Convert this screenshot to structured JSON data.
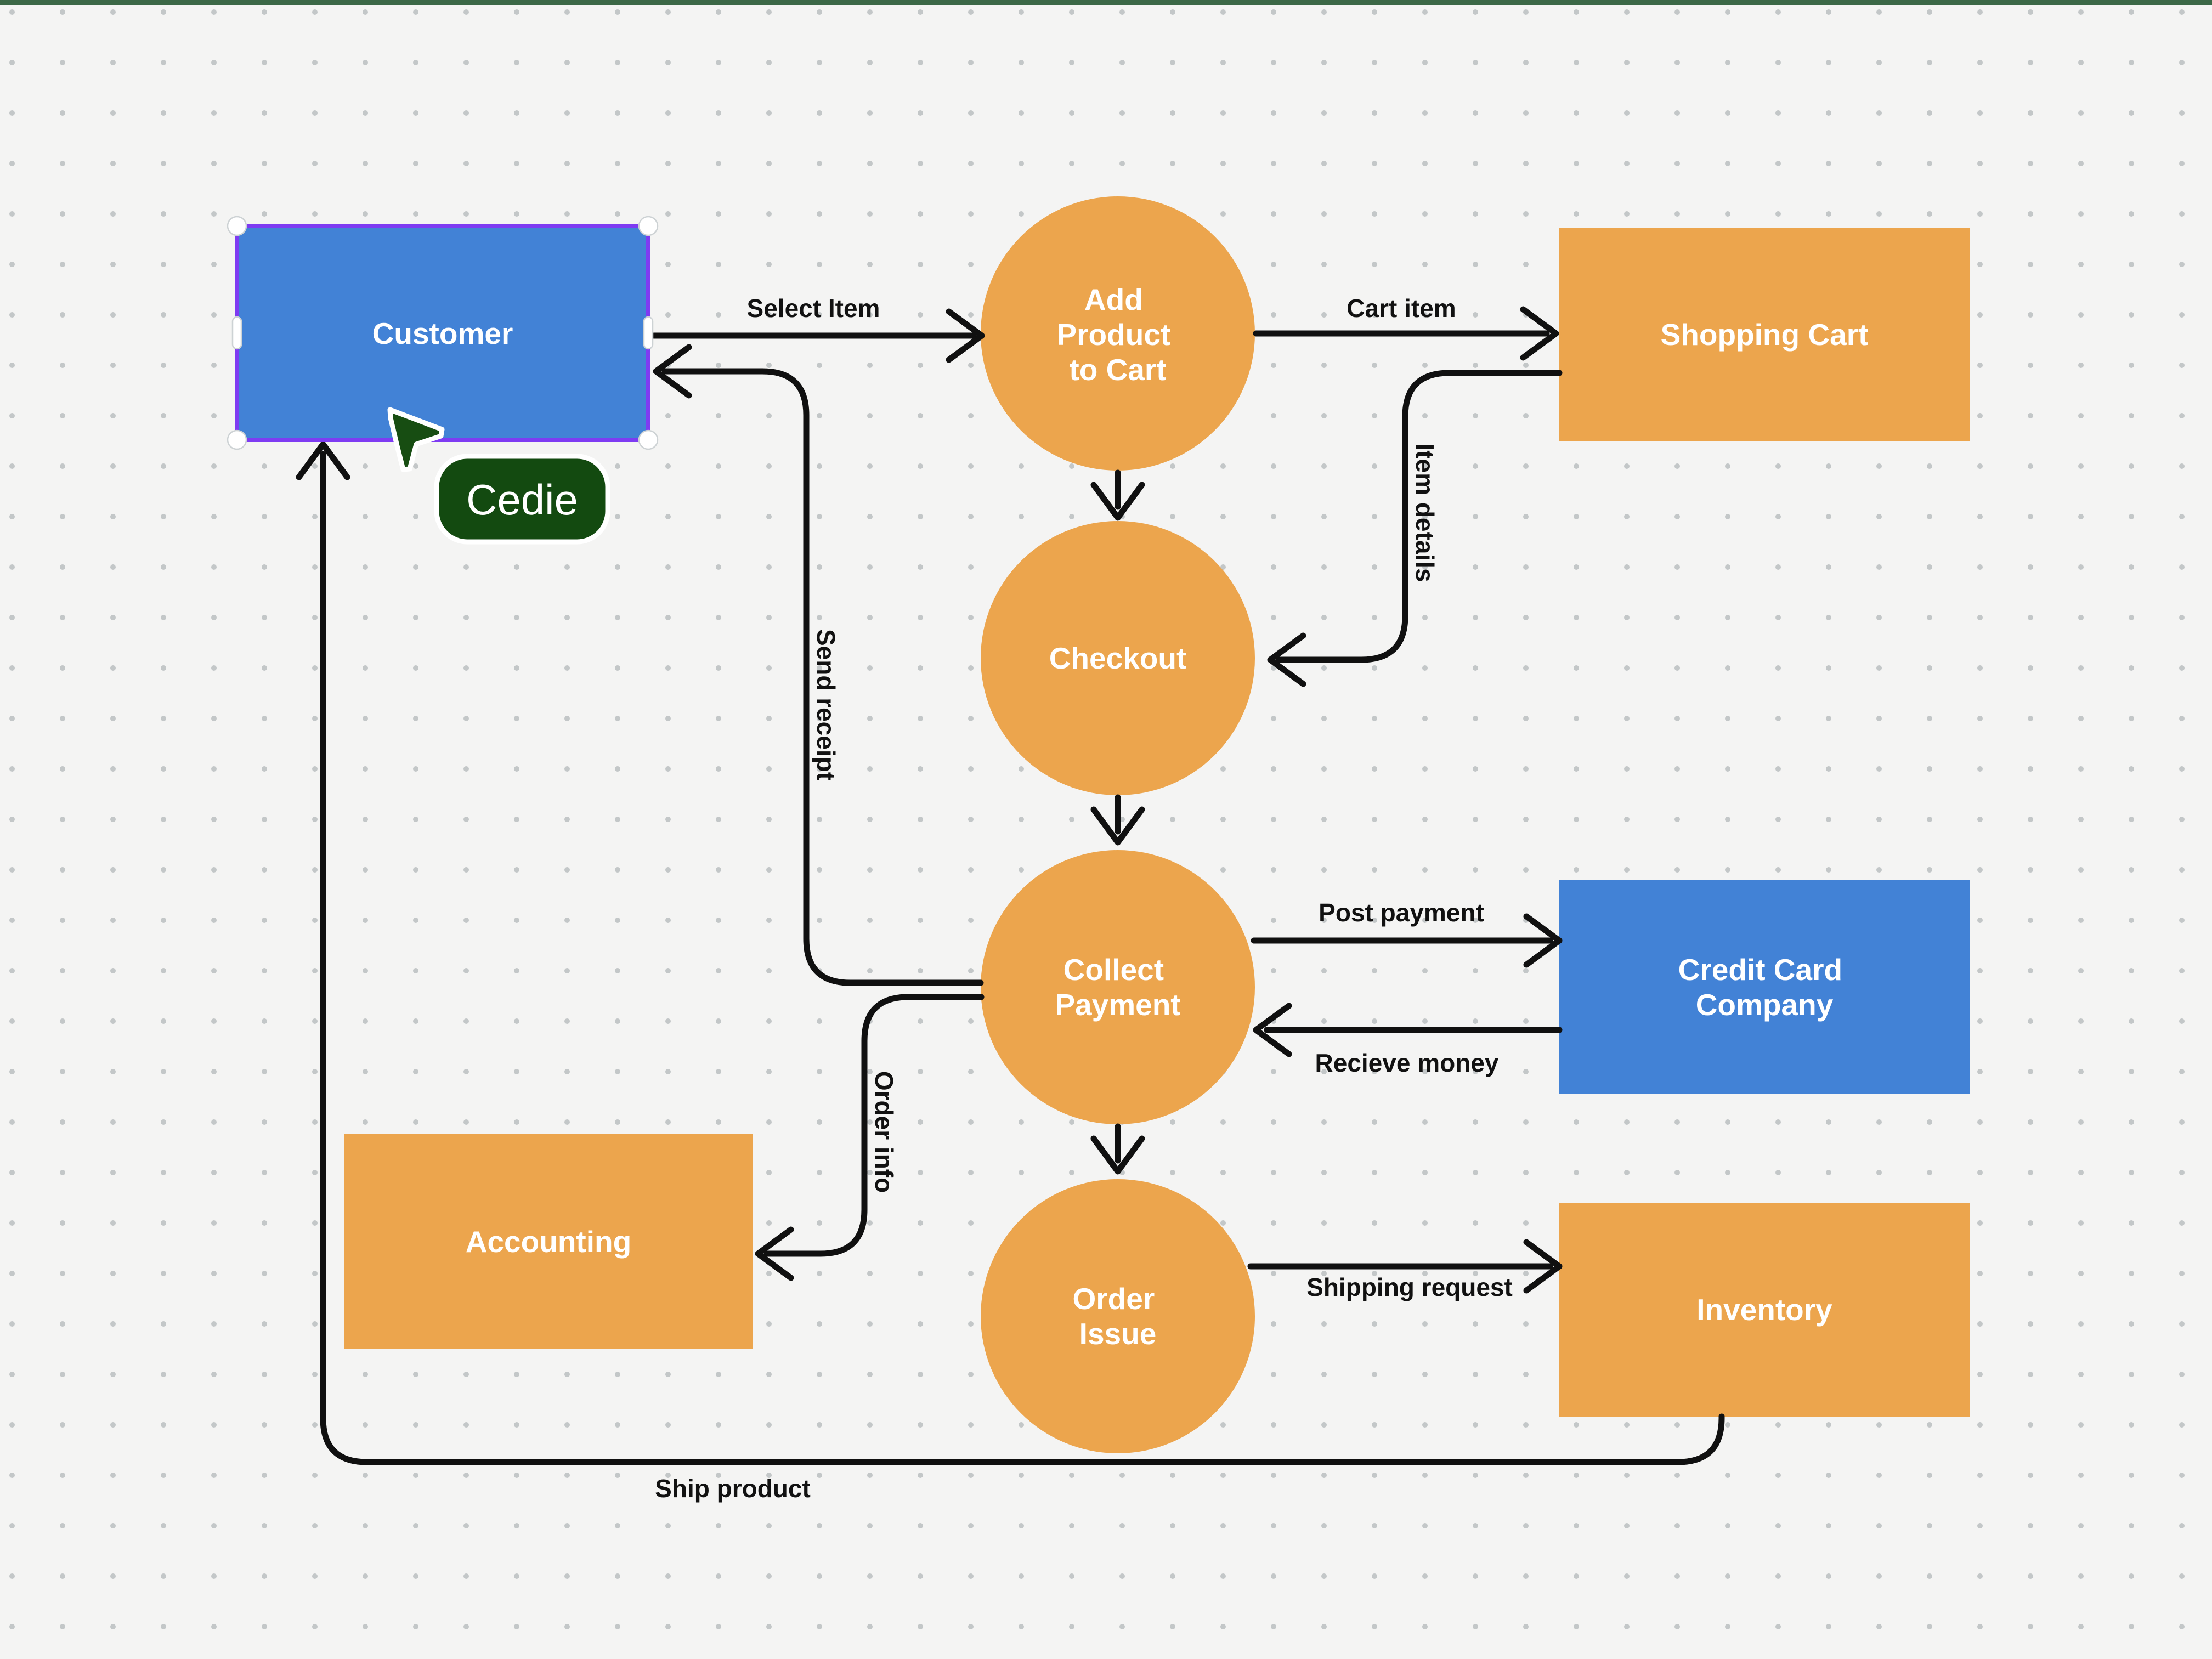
{
  "board": {
    "collaborator": {
      "name": "Cedie"
    },
    "palette": {
      "background": "#f4f4f3",
      "top_border": "#3c6847",
      "process_fill": "#eca54d",
      "entity_fill": "#4282d6",
      "selection": "#7e3bf2",
      "connector": "#101010",
      "cursor_green": "#174d12",
      "name_tag_green": "#134a10",
      "grid_dot": "#c3c7c8"
    }
  },
  "nodes": {
    "customer": {
      "label": "Customer"
    },
    "add_product_to_cart": {
      "lines": [
        "Add",
        "Product",
        "to Cart"
      ]
    },
    "shopping_cart": {
      "label": "Shopping Cart"
    },
    "checkout": {
      "label": "Checkout"
    },
    "collect_payment": {
      "lines": [
        "Collect",
        "Payment"
      ]
    },
    "credit_card_company": {
      "lines": [
        "Credit Card",
        "Company"
      ]
    },
    "order_issue": {
      "lines": [
        "Order",
        "Issue"
      ]
    },
    "accounting": {
      "label": "Accounting"
    },
    "inventory": {
      "label": "Inventory"
    }
  },
  "edges": {
    "select_item": {
      "label": "Select Item"
    },
    "cart_item": {
      "label": "Cart item"
    },
    "item_details": {
      "label": "Item details"
    },
    "send_receipt": {
      "label": "Send receipt"
    },
    "post_payment": {
      "label": "Post payment"
    },
    "recieve_money": {
      "label": "Recieve money"
    },
    "order_info": {
      "label": "Order info"
    },
    "shipping_request": {
      "label": "Shipping request"
    },
    "ship_product": {
      "label": "Ship product"
    }
  }
}
